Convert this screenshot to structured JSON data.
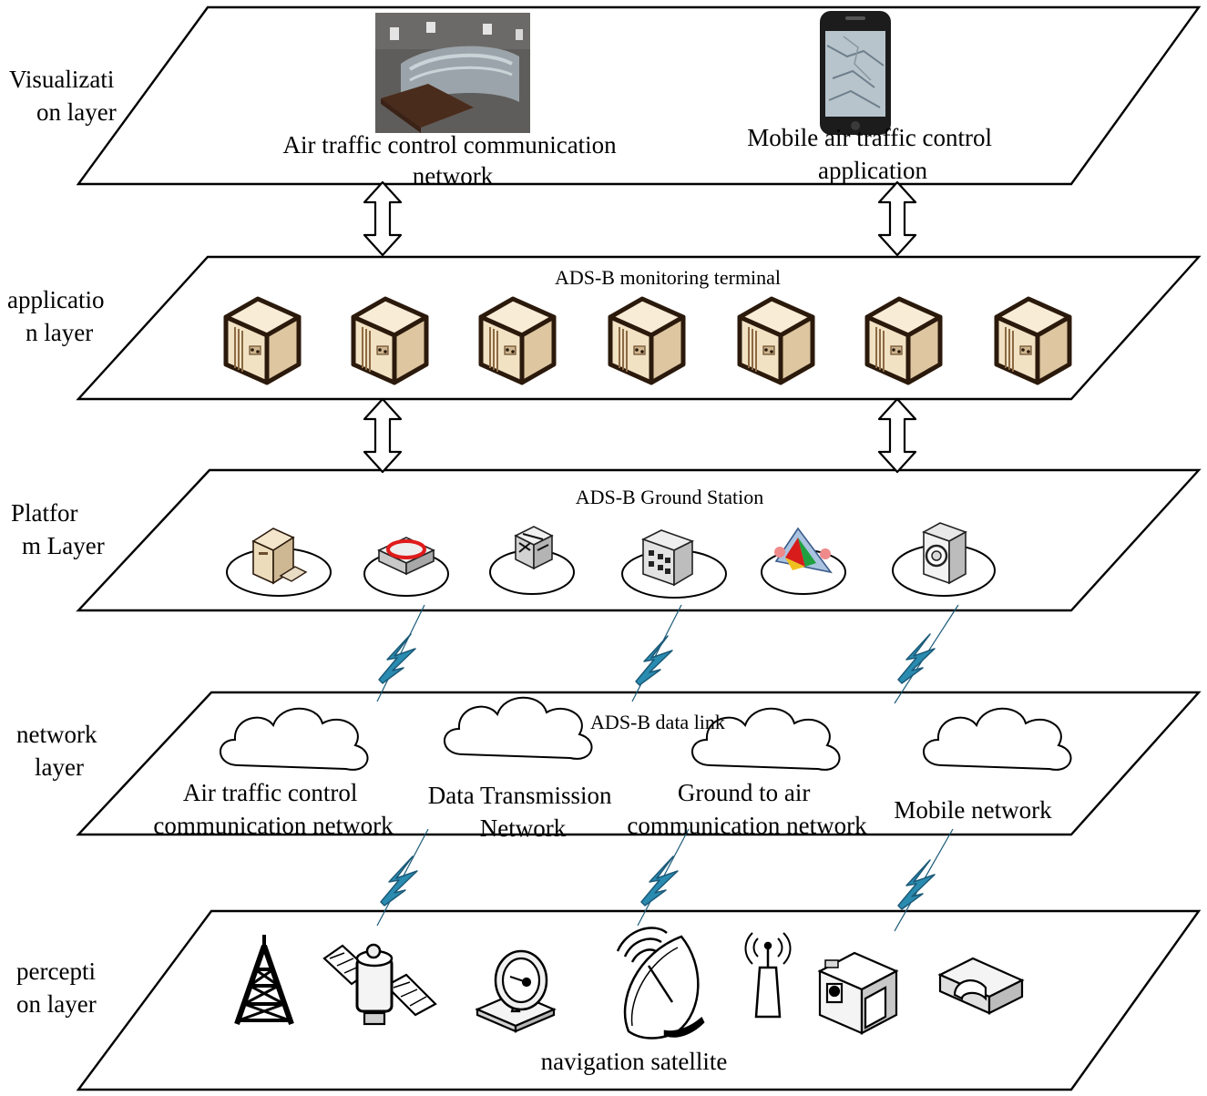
{
  "layers": [
    {
      "id": "visualization",
      "side_label": [
        "Visualizati",
        "on layer"
      ],
      "items": [
        [
          "Air traffic control communication",
          "network"
        ],
        [
          "Mobile air traffic control",
          "application"
        ]
      ]
    },
    {
      "id": "application",
      "side_label": [
        "applicatio",
        "n layer"
      ],
      "header": "ADS-B monitoring terminal"
    },
    {
      "id": "platform",
      "side_label": [
        "Platfor",
        "m Layer"
      ],
      "header": "ADS-B Ground Station"
    },
    {
      "id": "network",
      "side_label": [
        "network",
        "layer"
      ],
      "header": "ADS-B data link",
      "items": [
        [
          "Air traffic control",
          "communication network"
        ],
        [
          "Data Transmission",
          "Network"
        ],
        [
          "Ground to air",
          "communication network"
        ],
        [
          "Mobile network"
        ]
      ]
    },
    {
      "id": "perception",
      "side_label": [
        "percepti",
        "on layer"
      ],
      "footer": "navigation satellite"
    }
  ],
  "icons": {
    "visualization": [
      "control-room-image",
      "smartphone-icon"
    ],
    "application": [
      "server-icon",
      "server-icon",
      "server-icon",
      "server-icon",
      "server-icon",
      "server-icon",
      "server-icon"
    ],
    "platform": [
      "workstation-icon",
      "router-icon",
      "switch-icon",
      "server-rack-icon",
      "firewall-icon",
      "speaker-icon"
    ],
    "network": [
      "cloud-icon",
      "cloud-icon",
      "cloud-icon",
      "cloud-icon"
    ],
    "perception": [
      "transmission-tower-icon",
      "satellite-icon",
      "radar-dish-icon",
      "satellite-dish-icon",
      "antenna-icon",
      "camera-icon",
      "scanner-icon"
    ]
  },
  "colors": {
    "line": "#000000",
    "server_body": "#f3e3c6",
    "server_dark": "#2b1a0c",
    "lightning": "#2a8bb0",
    "lightning_edge": "#1b5a78"
  }
}
